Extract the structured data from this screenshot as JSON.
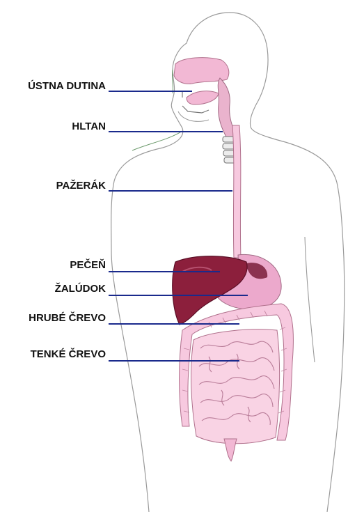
{
  "labels": {
    "mouth": "ÚSTNA DUTINA",
    "pharynx": "HLTAN",
    "esophagus": "PAŽERÁK",
    "liver": "PEČEŇ",
    "stomach": "ŽALÚDOK",
    "large_intestine": "HRUBÉ ČREVO",
    "small_intestine": "TENKÉ ČREVO"
  },
  "colors": {
    "body_outline": "#8a8a8a",
    "leader_line": "#1a2a8c",
    "label_text": "#111111",
    "pink_organ": "#f2b8d4",
    "pink_outline": "#b0708c",
    "liver": "#8c1f3c",
    "liver_dark": "#5a0f26",
    "stomach": "#eca9cc",
    "gi_tract": "#f7c9df"
  }
}
